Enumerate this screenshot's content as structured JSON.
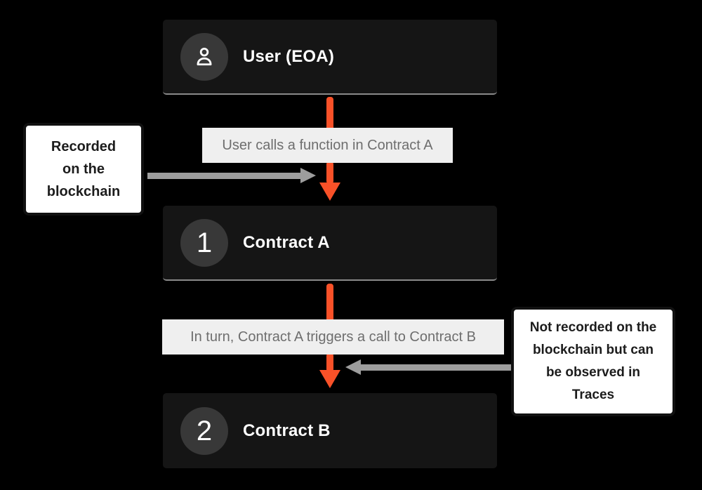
{
  "diagram_title": "Contract call flow: User EOA to Contract A to Contract B",
  "colors": {
    "background": "#000000",
    "node_background": "#151515",
    "node_badge_background": "#383838",
    "node_text": "#ffffff",
    "edge_label_background": "#efefef",
    "edge_label_text": "#6e6e6e",
    "flow_arrow_orange": "#F95128",
    "annotation_arrow_gray": "#9d9d9d",
    "note_background": "#ffffff",
    "note_border": "#111111",
    "note_text": "#1c1c1c"
  },
  "nodes": [
    {
      "id": "user",
      "badge_icon": "user-icon",
      "title": "User (EOA)"
    },
    {
      "id": "contract-a",
      "badge": "1",
      "title": "Contract A"
    },
    {
      "id": "contract-b",
      "badge": "2",
      "title": "Contract B"
    }
  ],
  "edge_labels": [
    "User calls a function in Contract A",
    "In turn, Contract A triggers a call to Contract B"
  ],
  "notes": {
    "left": {
      "text": "Recorded on the blockchain",
      "lines": [
        "Recorded",
        "on the",
        "blockchain"
      ]
    },
    "right": {
      "text": "Not recorded on the blockchain but can be observed in Traces",
      "lines": [
        "Not recorded on the",
        "blockchain but can",
        "be observed in",
        "Traces"
      ]
    }
  }
}
